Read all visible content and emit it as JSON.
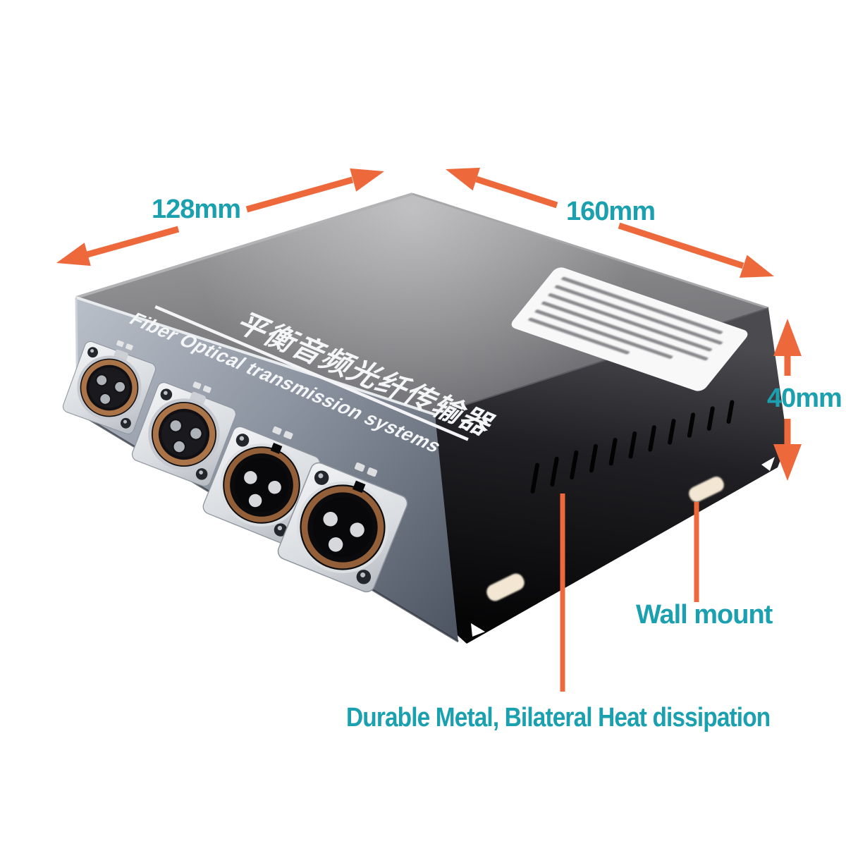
{
  "annotations": {
    "depth": {
      "label": "128mm"
    },
    "width": {
      "label": "160mm"
    },
    "height": {
      "label": "40mm"
    },
    "wall_mount": {
      "label": "Wall mount"
    },
    "feature": {
      "label": "Durable Metal, Bilateral Heat dissipation"
    }
  },
  "device": {
    "top_label_cn": "平衡音频光纤传输器",
    "top_label_en": "Fiber Optical transmission systems",
    "ports": [
      {
        "id": "port-1",
        "type": "xlr-female"
      },
      {
        "id": "port-2",
        "type": "xlr-female"
      },
      {
        "id": "port-3",
        "type": "xlr-male"
      },
      {
        "id": "port-4",
        "type": "xlr-male"
      }
    ],
    "vent_slot_count": 11,
    "keyhole_count": 2,
    "sticker_text_lines": 6
  },
  "colors": {
    "accent_teal": "#1AA0AF",
    "accent_orange": "#ED693C",
    "case_top": "#88888b",
    "case_front": "#8e96a2",
    "case_side": "#151517",
    "keyhole": "#f3e7d3"
  }
}
